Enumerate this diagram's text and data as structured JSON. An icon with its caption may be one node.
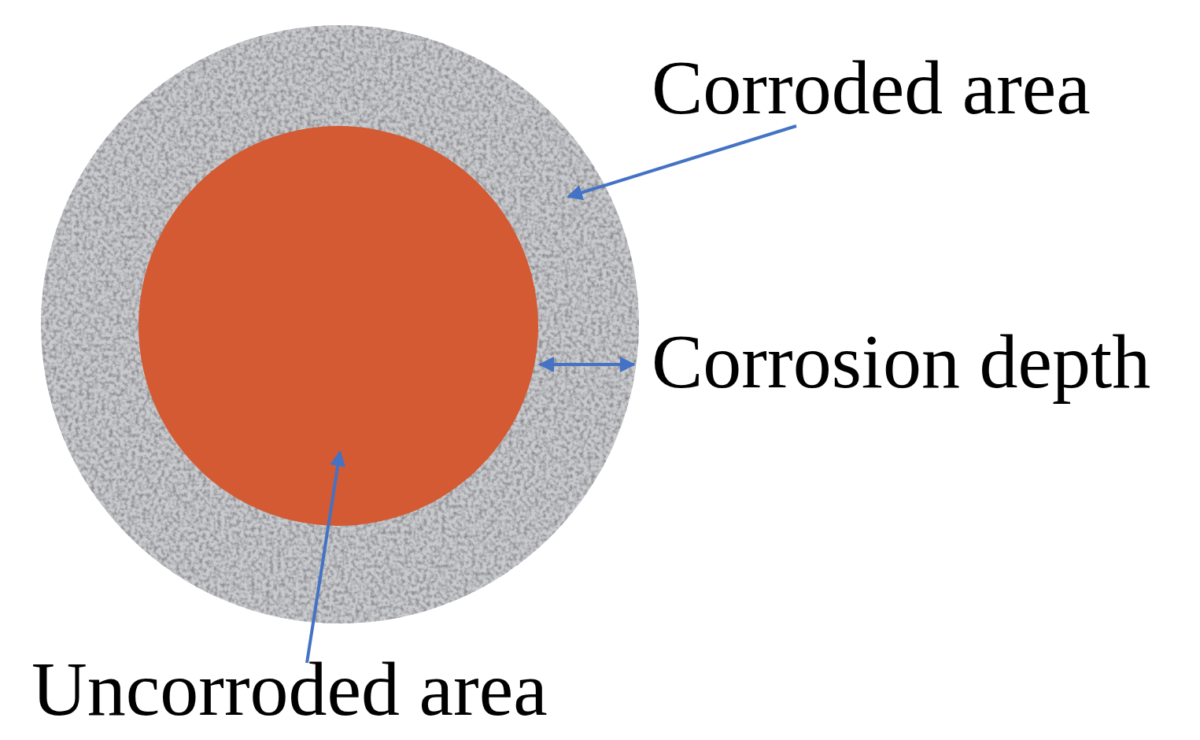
{
  "diagram": {
    "nodes": [
      {
        "text": [
          "Corroded area"
        ]
      },
      {
        "text": [],
        "shape": "circle"
      },
      {
        "text": [],
        "shape": "circle",
        "in": 1
      },
      {
        "text": [
          "Uncorroded area"
        ]
      }
    ],
    "edges": [
      {
        "from": 0,
        "to": 1,
        "arrow": "to"
      },
      {
        "from": 3,
        "to": 2,
        "arrow": "to"
      },
      {
        "from": 2,
        "to": 1,
        "arrow": "both"
      }
    ],
    "labels": [
      "Corrosion depth"
    ]
  }
}
